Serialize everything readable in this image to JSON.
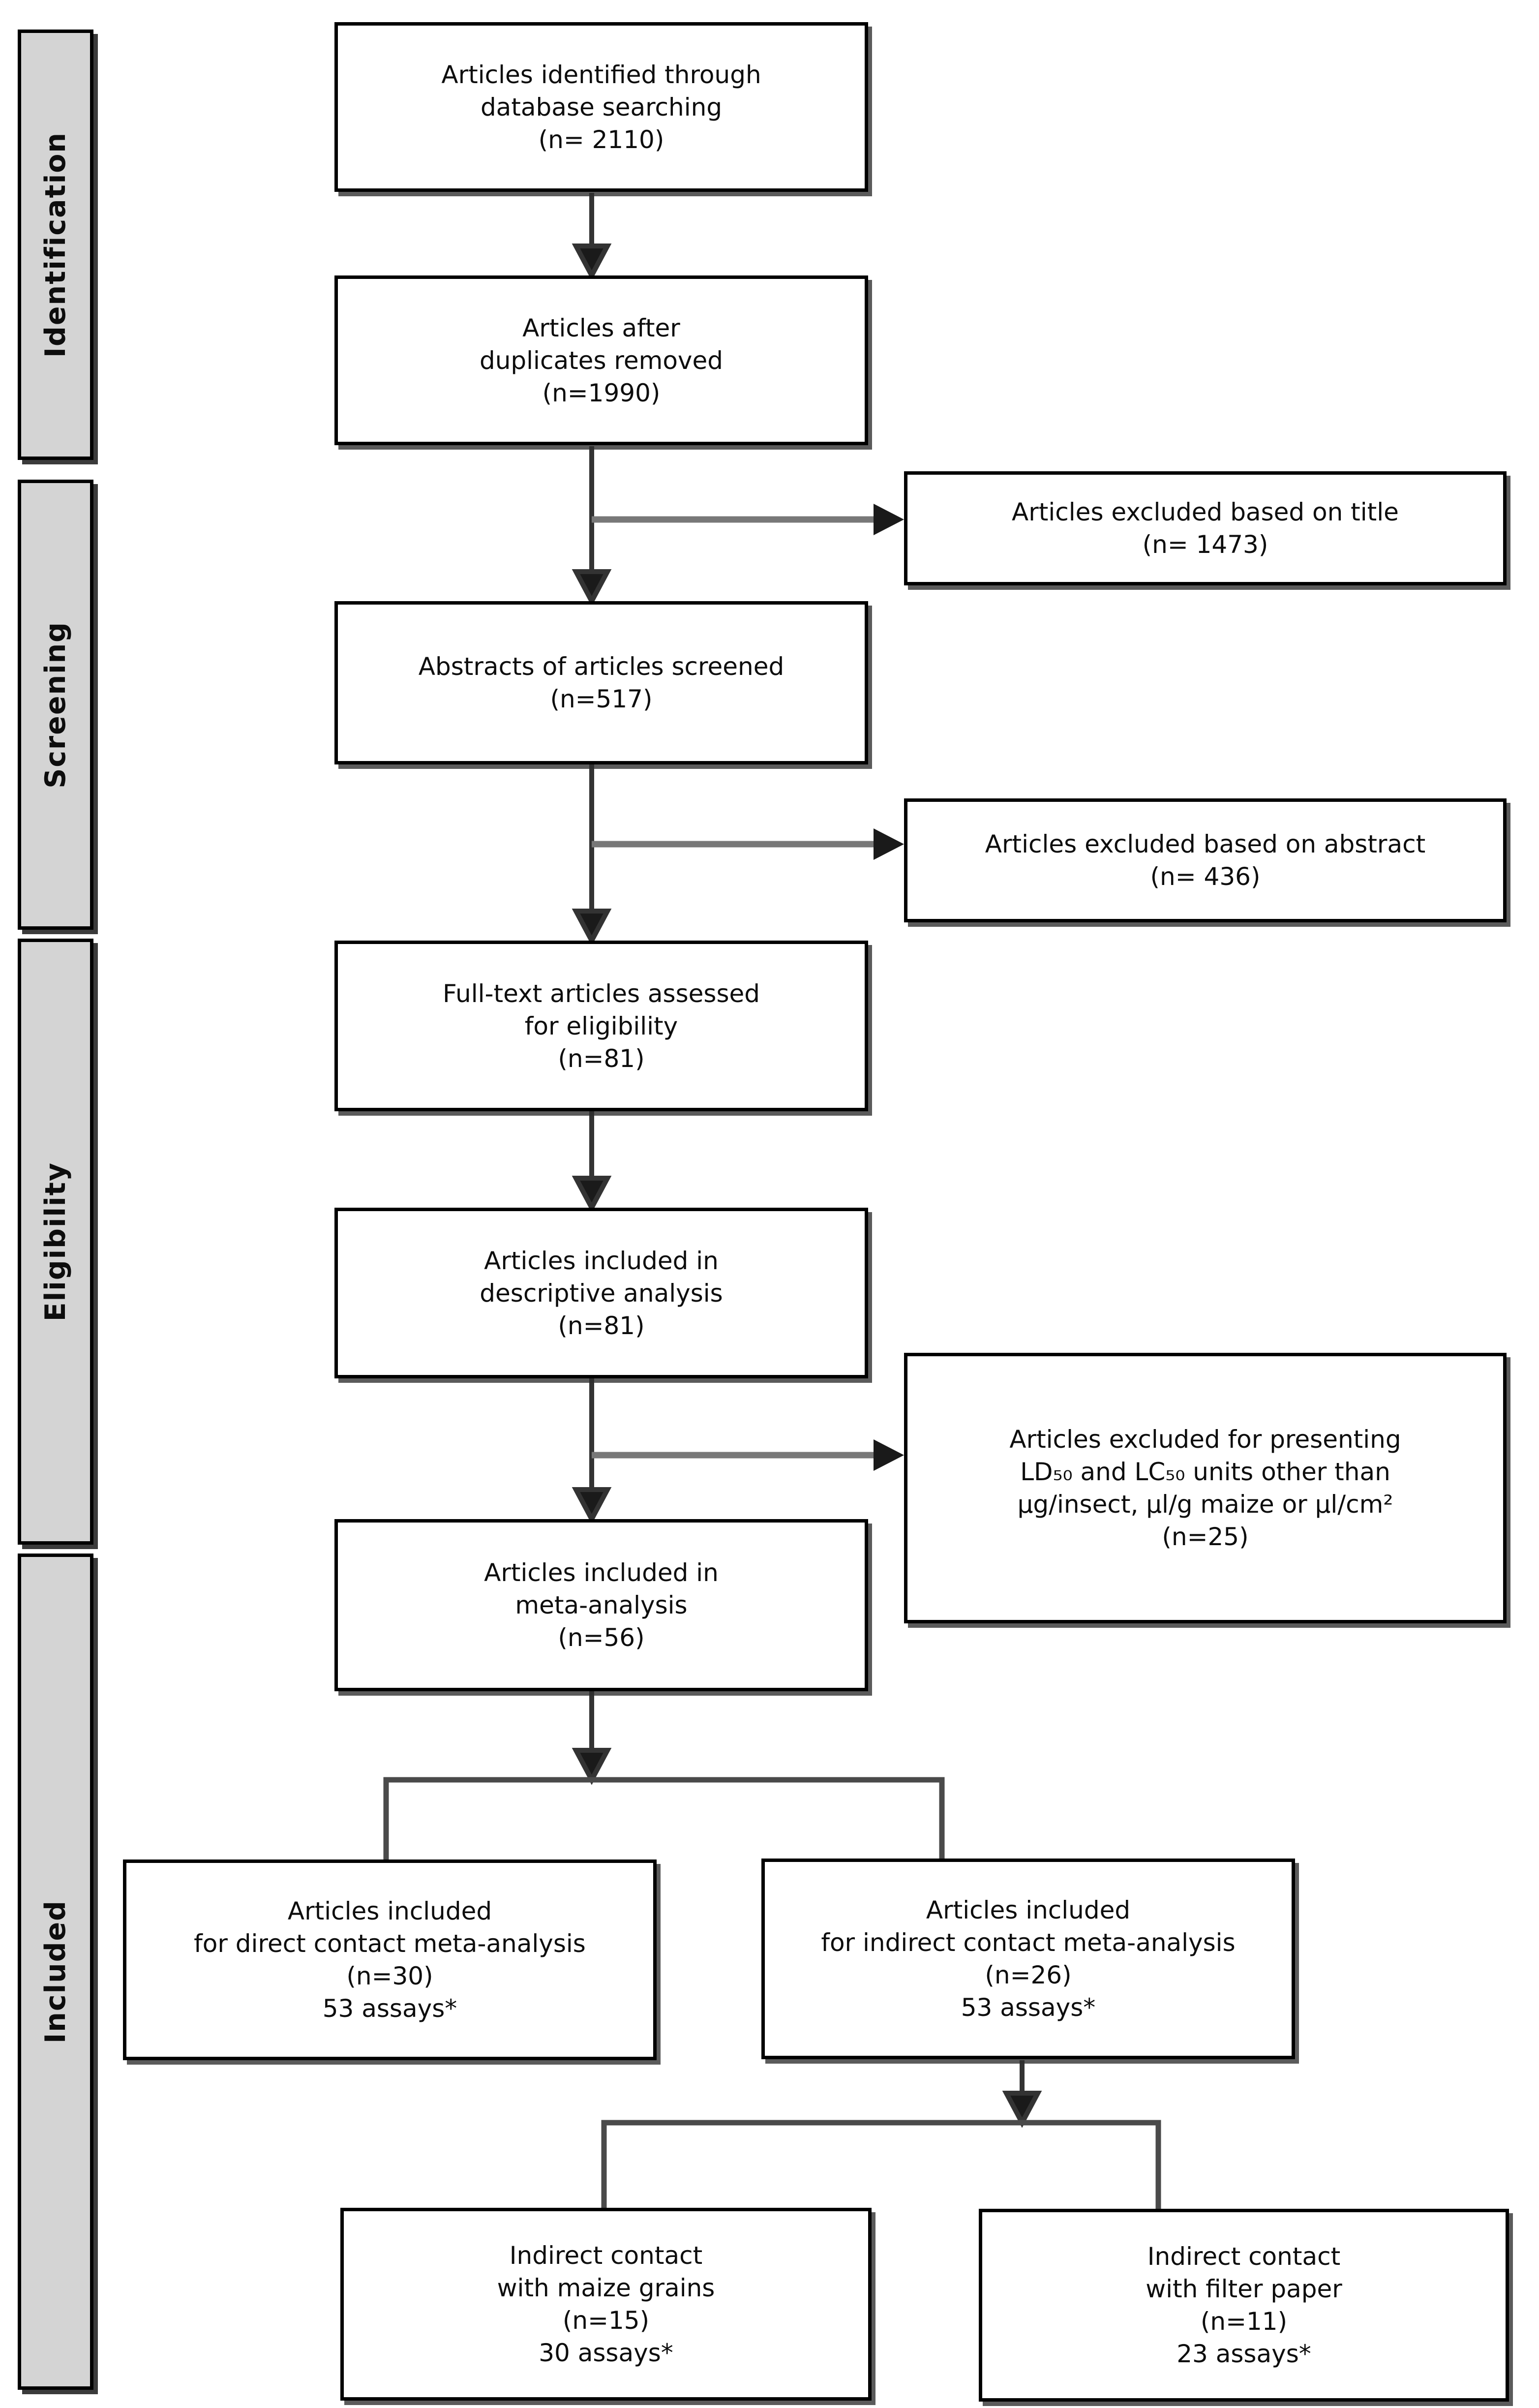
{
  "page": {
    "title": "PRISMA flow diagram of article selection",
    "background": "#ffffff"
  },
  "colors": {
    "box_fill": "#ffffff",
    "box_border": "#000000",
    "stage_fill": "#d4d4d4",
    "arrow_dark": "#333333",
    "arrow_gray": "#787878",
    "branch_bar": "#4a4a4a"
  },
  "stages": {
    "identification": "Identification",
    "screening": "Screening",
    "eligibility": "Eligibility",
    "included": "Included"
  },
  "boxes": {
    "identified": {
      "lines": [
        "Articles identified through",
        "database searching",
        "(n= 2110)"
      ]
    },
    "duplicates": {
      "lines": [
        "Articles after",
        "duplicates removed",
        "(n=1990)"
      ]
    },
    "excluded_title": {
      "lines": [
        "Articles excluded based on title",
        "(n= 1473)"
      ]
    },
    "abstracts": {
      "lines": [
        "Abstracts of articles screened",
        "(n=517)"
      ]
    },
    "excluded_abstract": {
      "lines": [
        "Articles excluded based on abstract",
        "(n= 436)"
      ]
    },
    "fulltext": {
      "lines": [
        "Full-text articles assessed",
        "for eligibility",
        "(n=81)"
      ]
    },
    "descriptive": {
      "lines": [
        "Articles included in",
        "descriptive analysis",
        "(n=81)"
      ]
    },
    "excluded_units": {
      "lines": [
        "Articles excluded for presenting",
        "LD₅₀ and LC₅₀ units other than",
        "µg/insect, µl/g maize or µl/cm²",
        "(n=25)"
      ]
    },
    "meta": {
      "lines": [
        "Articles included in",
        "meta-analysis",
        "(n=56)"
      ]
    },
    "direct": {
      "lines": [
        "Articles included",
        "for direct contact meta-analysis",
        "(n=30)",
        "53 assays*"
      ]
    },
    "indirect": {
      "lines": [
        "Articles included",
        "for indirect contact meta-analysis",
        "(n=26)",
        "53 assays*"
      ]
    },
    "maize": {
      "lines": [
        "Indirect contact",
        "with maize grains",
        "(n=15)",
        "30 assays*"
      ]
    },
    "filter": {
      "lines": [
        "Indirect contact",
        "with filter paper",
        "(n=11)",
        "23 assays*"
      ]
    }
  }
}
